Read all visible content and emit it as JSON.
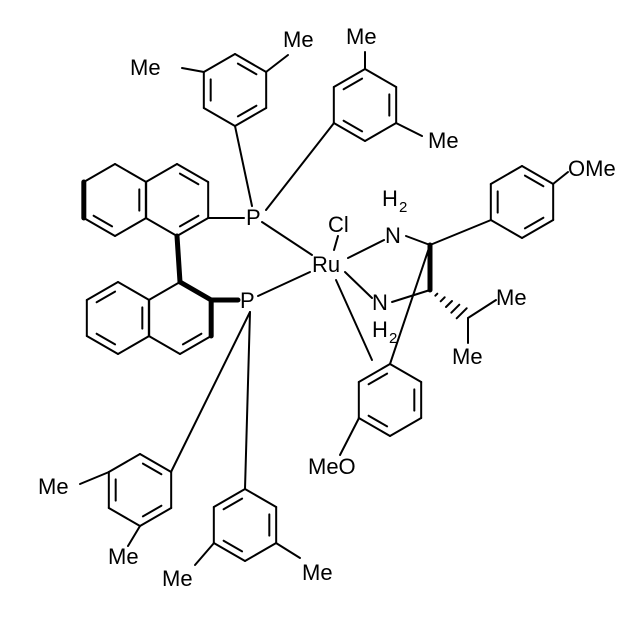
{
  "title": "Ruthenium(II) chloride complex with XylBINAP and chiral diamine ligand",
  "labels": {
    "me_a1": "Me",
    "me_a2": "Me",
    "me_b1": "Me",
    "me_b2": "Me",
    "me_c1": "Me",
    "me_c2": "Me",
    "me_d1": "Me",
    "me_d2": "Me",
    "p_upper": "P",
    "p_lower": "P",
    "ru": "Ru",
    "cl": "Cl",
    "n_upper": "N",
    "h2_upper": "H",
    "h2_upper_sub": "2",
    "n_lower": "N",
    "h2_lower": "H",
    "h2_lower_sub": "2",
    "ome": "OMe",
    "meo": "MeO",
    "ipr_me1": "Me",
    "ipr_me2": "Me"
  }
}
